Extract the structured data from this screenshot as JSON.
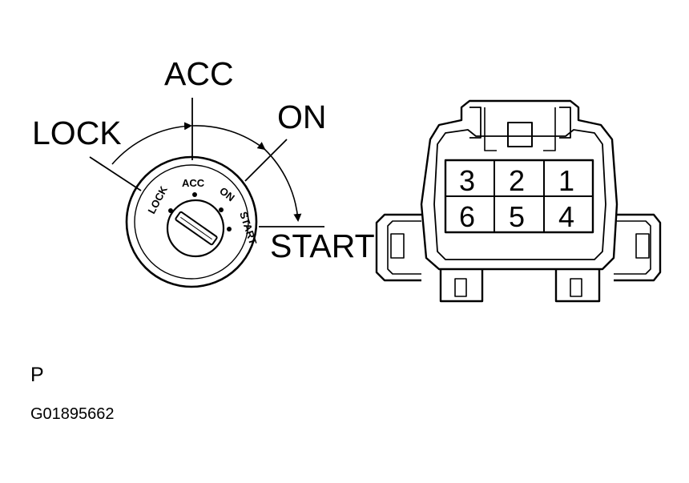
{
  "ignition": {
    "callouts": {
      "lock": "LOCK",
      "acc": "ACC",
      "on": "ON",
      "start": "START"
    },
    "ring_labels": {
      "lock": "LOCK",
      "acc": "ACC",
      "on": "ON",
      "start": "START"
    }
  },
  "connector": {
    "pins_top": [
      "3",
      "2",
      "1"
    ],
    "pins_bottom": [
      "6",
      "5",
      "4"
    ]
  },
  "footer": {
    "view_code": "P",
    "figure_id": "G01895662"
  }
}
